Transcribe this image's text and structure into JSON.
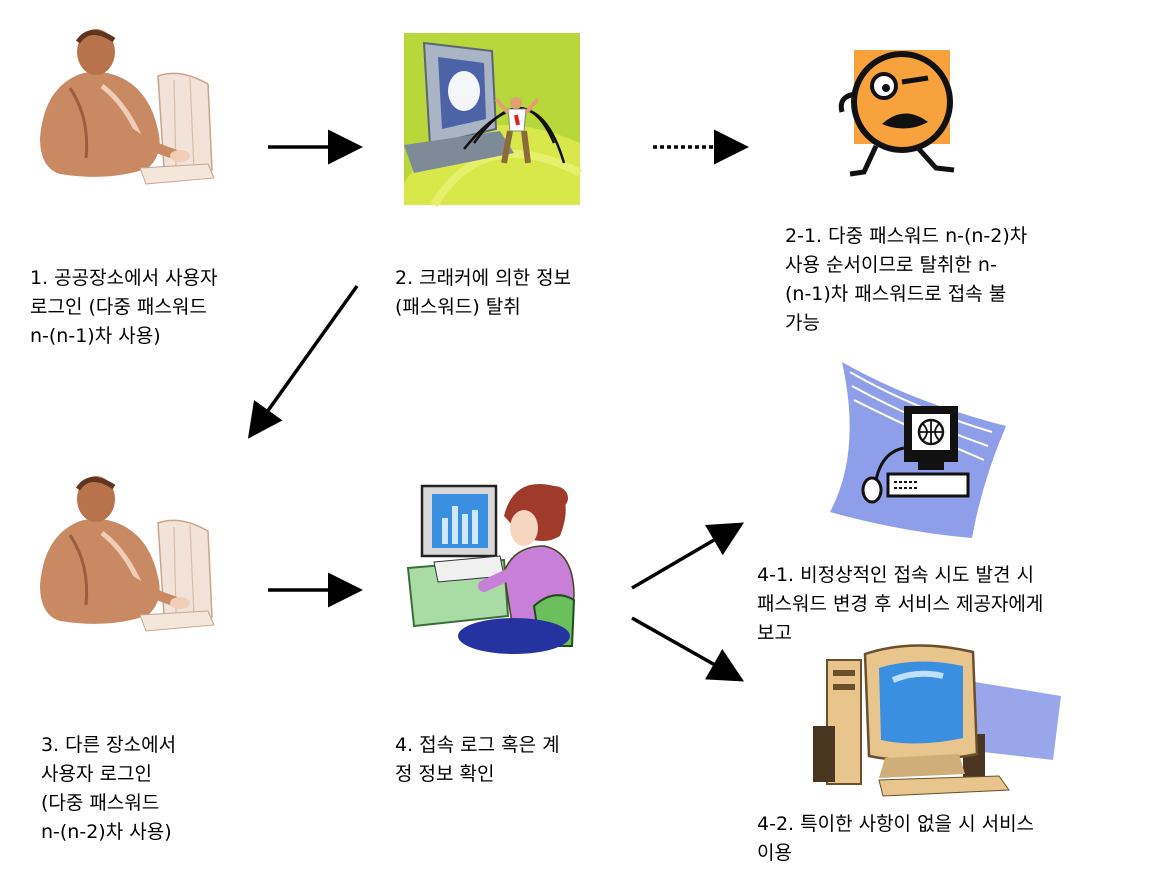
{
  "steps": {
    "step1": {
      "lines": [
        "1. 공공장소에서 사용자",
        "로그인 (다중 패스워드",
        "n-(n-1)차 사용)"
      ]
    },
    "step2": {
      "lines": [
        "2. 크래커에 의한 정보",
        "(패스워드) 탈취"
      ]
    },
    "step2_1": {
      "lines": [
        "2-1. 다중 패스워드 n-(n-2)차",
        "사용 순서이므로 탈취한 n-",
        "(n-1)차 패스워드로 접속 불",
        "가능"
      ]
    },
    "step3": {
      "lines": [
        "3. 다른 장소에서",
        "사용자 로그인",
        "(다중 패스워드",
        "n-(n-2)차 사용)"
      ]
    },
    "step4": {
      "lines": [
        "4. 접속 로그 혹은 계",
        "정 정보 확인"
      ]
    },
    "step4_1": {
      "lines": [
        "4-1. 비정상적인 접속 시도 발견 시",
        "패스워드 변경 후 서비스 제공자에게",
        "보고"
      ]
    },
    "step4_2": {
      "lines": [
        "4-2. 특이한 사항이 없을 시 서비스",
        "이용"
      ]
    }
  },
  "icons": {
    "user1": "businessman-at-computer-icon",
    "cracker": "cracker-stealing-data-icon",
    "blocked": "frustrated-face-icon",
    "user3": "businessman-at-computer-icon",
    "checker": "woman-at-computer-icon",
    "report": "networked-computer-icon",
    "service": "desktop-computer-icon"
  },
  "colors": {
    "skin": "#c98a63",
    "orange": "#f7a23c",
    "green_bg": "#b7d73a",
    "blue_screen": "#3a8fe0",
    "purple": "#c77fd8",
    "periwinkle": "#8f9ee8"
  }
}
